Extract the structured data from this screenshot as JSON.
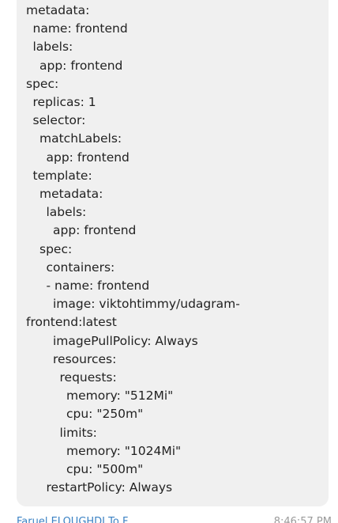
{
  "top_fragment": "g",
  "message": {
    "lines": [
      {
        "indent": 0,
        "text": "metadata:"
      },
      {
        "indent": 1,
        "text": "name: frontend"
      },
      {
        "indent": 1,
        "text": "labels:"
      },
      {
        "indent": 2,
        "text": "app: frontend"
      },
      {
        "indent": 0,
        "text": "spec:"
      },
      {
        "indent": 1,
        "text": "replicas: 1"
      },
      {
        "indent": 1,
        "text": "selector:"
      },
      {
        "indent": 2,
        "text": "matchLabels:"
      },
      {
        "indent": 3,
        "text": "app: frontend"
      },
      {
        "indent": 1,
        "text": "template:"
      },
      {
        "indent": 2,
        "text": "metadata:"
      },
      {
        "indent": 3,
        "text": "labels:"
      },
      {
        "indent": 4,
        "text": "app: frontend"
      },
      {
        "indent": 2,
        "text": "spec:"
      },
      {
        "indent": 3,
        "text": "containers:"
      },
      {
        "indent": 3,
        "text": "- name: frontend"
      },
      {
        "indent": 4,
        "text": "image: viktohtimmy/udagram-"
      },
      {
        "indent": 0,
        "text": "frontend:latest"
      },
      {
        "indent": 4,
        "text": "imagePullPolicy: Always"
      },
      {
        "indent": 4,
        "text": "resources:"
      },
      {
        "indent": 5,
        "text": "requests:"
      },
      {
        "indent": 6,
        "text": "memory: \"512Mi\""
      },
      {
        "indent": 6,
        "text": "cpu: \"250m\""
      },
      {
        "indent": 5,
        "text": "limits:"
      },
      {
        "indent": 6,
        "text": "memory: \"1024Mi\""
      },
      {
        "indent": 6,
        "text": "cpu: \"500m\""
      },
      {
        "indent": 3,
        "text": "restartPolicy: Always"
      }
    ]
  },
  "footer": {
    "sender": "Faruel ELOUGHDI To F",
    "timestamp": "8:46:57 PM"
  },
  "colors": {
    "bubble_bg": "#f0f0f0",
    "text": "#222222",
    "sender": "#3b82c4",
    "timestamp": "#9a9a9a"
  }
}
